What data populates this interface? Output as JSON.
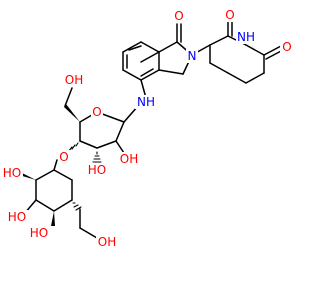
{
  "colors": {
    "bond": "#000000",
    "oxygen": "#ff0000",
    "nitrogen": "#0000ff"
  },
  "labels": {
    "ketone_o": "O",
    "imide_o_upper": "O",
    "imide_o_lower": "O",
    "imide_nh": "NH",
    "ring_n": "N",
    "linker_nh": "NH",
    "hydroxymethyl_oh_top": "OH",
    "ring_o": "O",
    "sugar_oh_right": "OH",
    "sugar_oh_mid": "HO",
    "glycosidic_o": "O",
    "cyclohexane_oh_1": "HO",
    "cyclohexane_oh_2": "HO",
    "cyclohexane_oh_3": "HO",
    "hydroxymethyl_oh_bottom": "OH"
  }
}
